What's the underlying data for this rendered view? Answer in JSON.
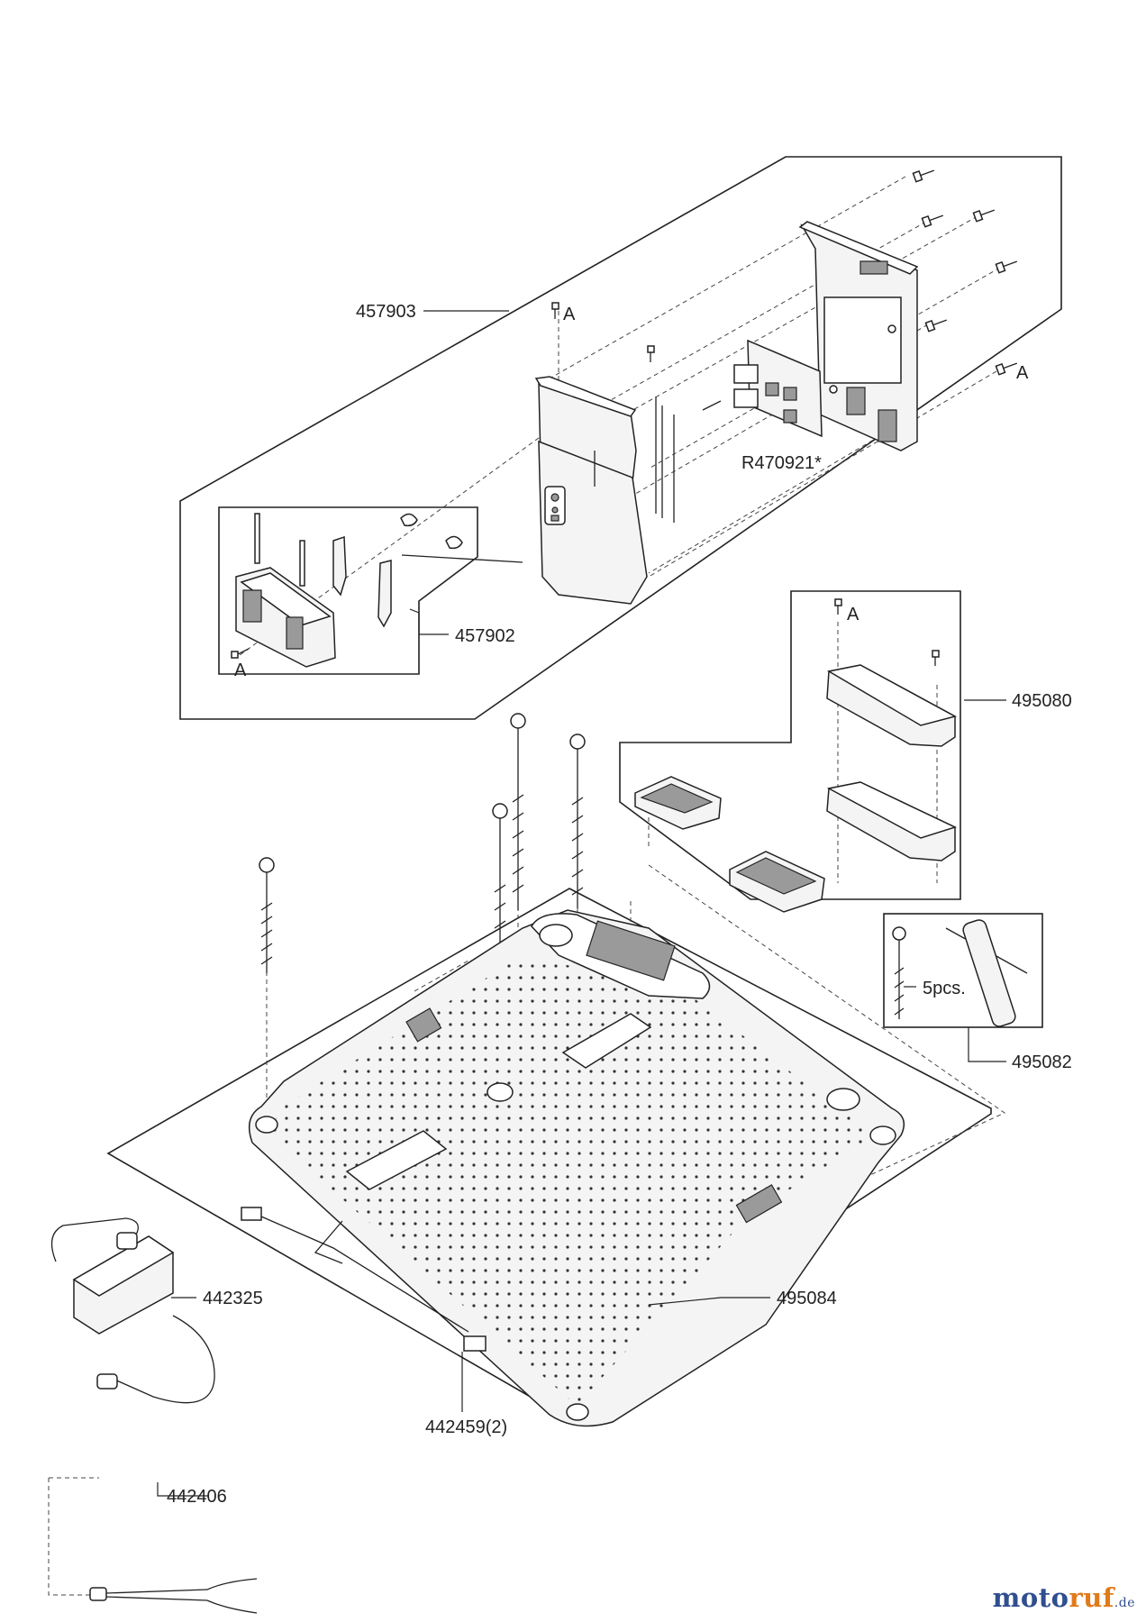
{
  "labels": {
    "p457903": "457903",
    "p457902": "457902",
    "pR470921": "R470921*",
    "p495080": "495080",
    "p495082": "495082",
    "p495084": "495084",
    "p442325": "442325",
    "p442459": "442459(2)",
    "p442406": "442406",
    "pcs": "5pcs.",
    "markA": "A"
  },
  "watermark": {
    "part1": "moto",
    "part2": "ruf",
    "suffix": ".de"
  },
  "colors": {
    "line": "#222222",
    "watermark_blue": "#2f4f8f",
    "watermark_orange": "#e07a1a"
  }
}
